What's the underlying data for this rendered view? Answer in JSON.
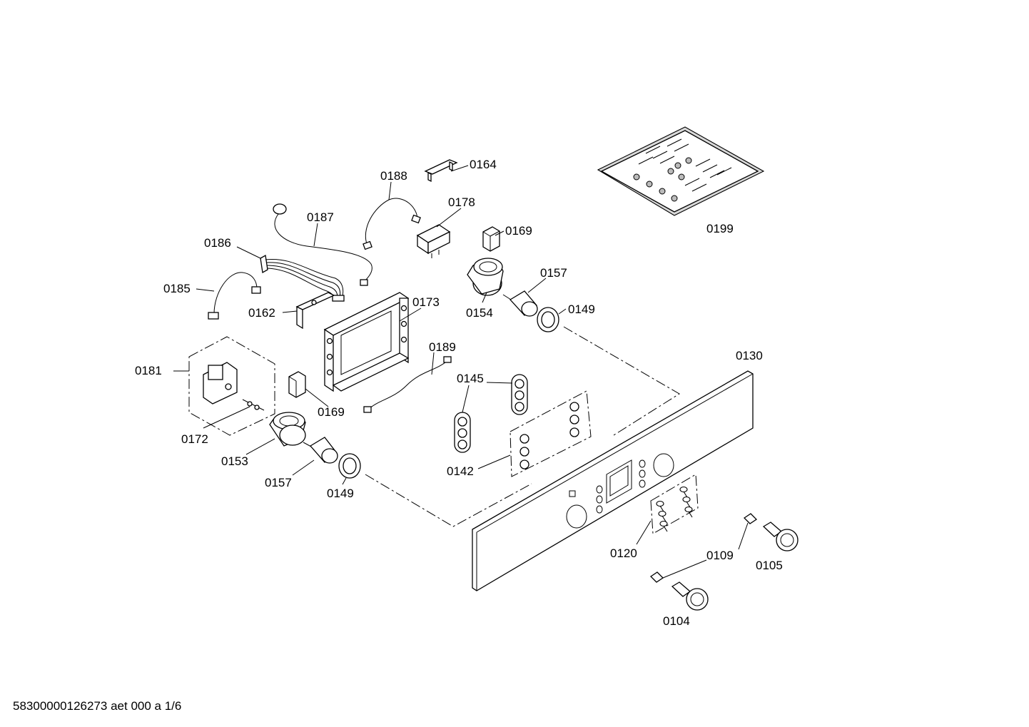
{
  "labels": {
    "p0188": "0188",
    "p0164": "0164",
    "p0187": "0187",
    "p0178": "0178",
    "p0169a": "0169",
    "p0186": "0186",
    "p0157a": "0157",
    "p0185": "0185",
    "p0162": "0162",
    "p0173": "0173",
    "p0154": "0154",
    "p0149a": "0149",
    "p0199": "0199",
    "p0130": "0130",
    "p0189": "0189",
    "p0181": "0181",
    "p0145": "0145",
    "p0169b": "0169",
    "p0172": "0172",
    "p0153": "0153",
    "p0142": "0142",
    "p0157b": "0157",
    "p0149b": "0149",
    "p0109": "0109",
    "p0120": "0120",
    "p0105": "0105",
    "p0104": "0104"
  },
  "footer": "58300000126273 aet 000 a 1/6"
}
